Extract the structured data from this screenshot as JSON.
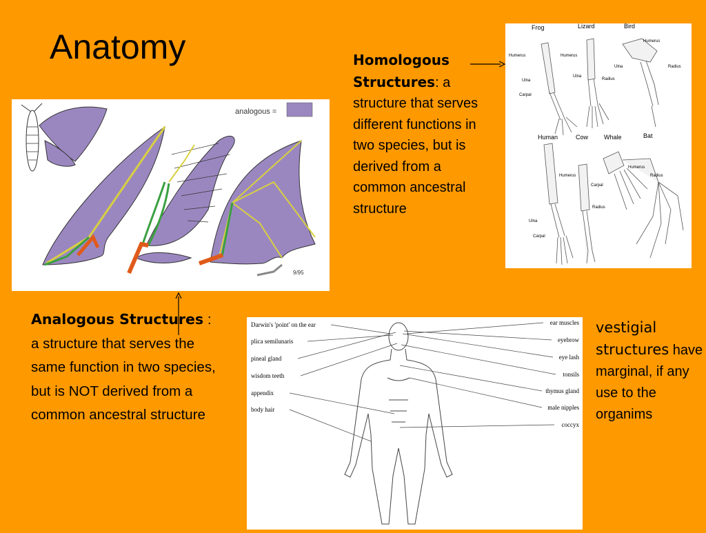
{
  "slide": {
    "title": "Anatomy",
    "background": "#ff9900"
  },
  "homologous": {
    "term": "Homologous Structures",
    "definition": ": a structure that serves different functions in two species, but is derived from a common ancestral structure"
  },
  "analogous": {
    "term": "Analogous Structures",
    "definition": " : a structure that serves the same function in two species, but is NOT derived from a common ancestral structure"
  },
  "vestigial": {
    "term": "vestigial structures",
    "definition": " have marginal, if any use to the organims"
  },
  "wing_figure": {
    "legend_label": "analogous =",
    "legend_color": "#9b87c0",
    "signature": "9/95"
  },
  "limb_figure": {
    "animals_top": [
      "Frog",
      "Lizard",
      "Bird"
    ],
    "animals_bottom": [
      "Human",
      "Cow",
      "Whale",
      "Bat"
    ],
    "bone_labels": {
      "humerus": "Humerus",
      "ulna": "Ulna",
      "radius": "Radius",
      "carpal": "Carpal"
    }
  },
  "human_figure": {
    "left_labels": [
      "Darwin's 'point' on the ear",
      "plica semilunaris",
      "pineal gland",
      "wisdom teeth",
      "appendix",
      "body hair"
    ],
    "right_labels": [
      "ear muscles",
      "eyebrow",
      "eye lash",
      "tonsils",
      "thymus gland",
      "male nipples",
      "coccyx"
    ]
  }
}
